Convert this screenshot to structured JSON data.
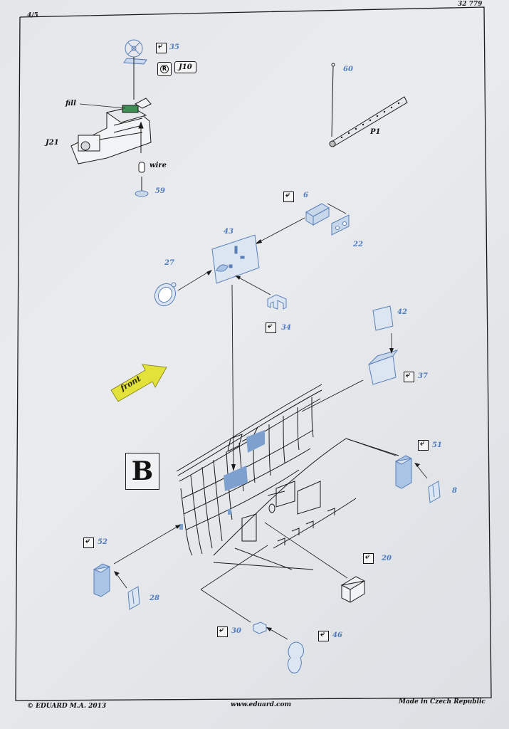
{
  "header": {
    "page": "4/5",
    "kit": "32 779"
  },
  "footer": {
    "copyright": "© EDUARD  M.A. 2013",
    "url": "www.eduard.com",
    "origin": "Made in Czech Republic"
  },
  "section": {
    "letter": "B"
  },
  "arrow_label": "front",
  "labels": {
    "fill": "fill",
    "wire": "wire",
    "j21": "J21",
    "p1": "P1",
    "j10": "J10",
    "r_icon": "R"
  },
  "parts": {
    "p35": "35",
    "p60": "60",
    "p59": "59",
    "p6": "6",
    "p43": "43",
    "p22": "22",
    "p27": "27",
    "p34": "34",
    "p42": "42",
    "p37": "37",
    "p51": "51",
    "p8": "8",
    "p52": "52",
    "p20": "20",
    "p28": "28",
    "p30": "30",
    "p46": "46"
  },
  "colors": {
    "ink": "#1a1a1a",
    "part_blue": "#4f7bbf",
    "part_fill": "#b9cfe8",
    "arrow_yellow": "#e3e23a",
    "green": "#3f8f55"
  },
  "icons": {
    "bend": "bend-check-icon",
    "r": "resin-part-icon"
  }
}
